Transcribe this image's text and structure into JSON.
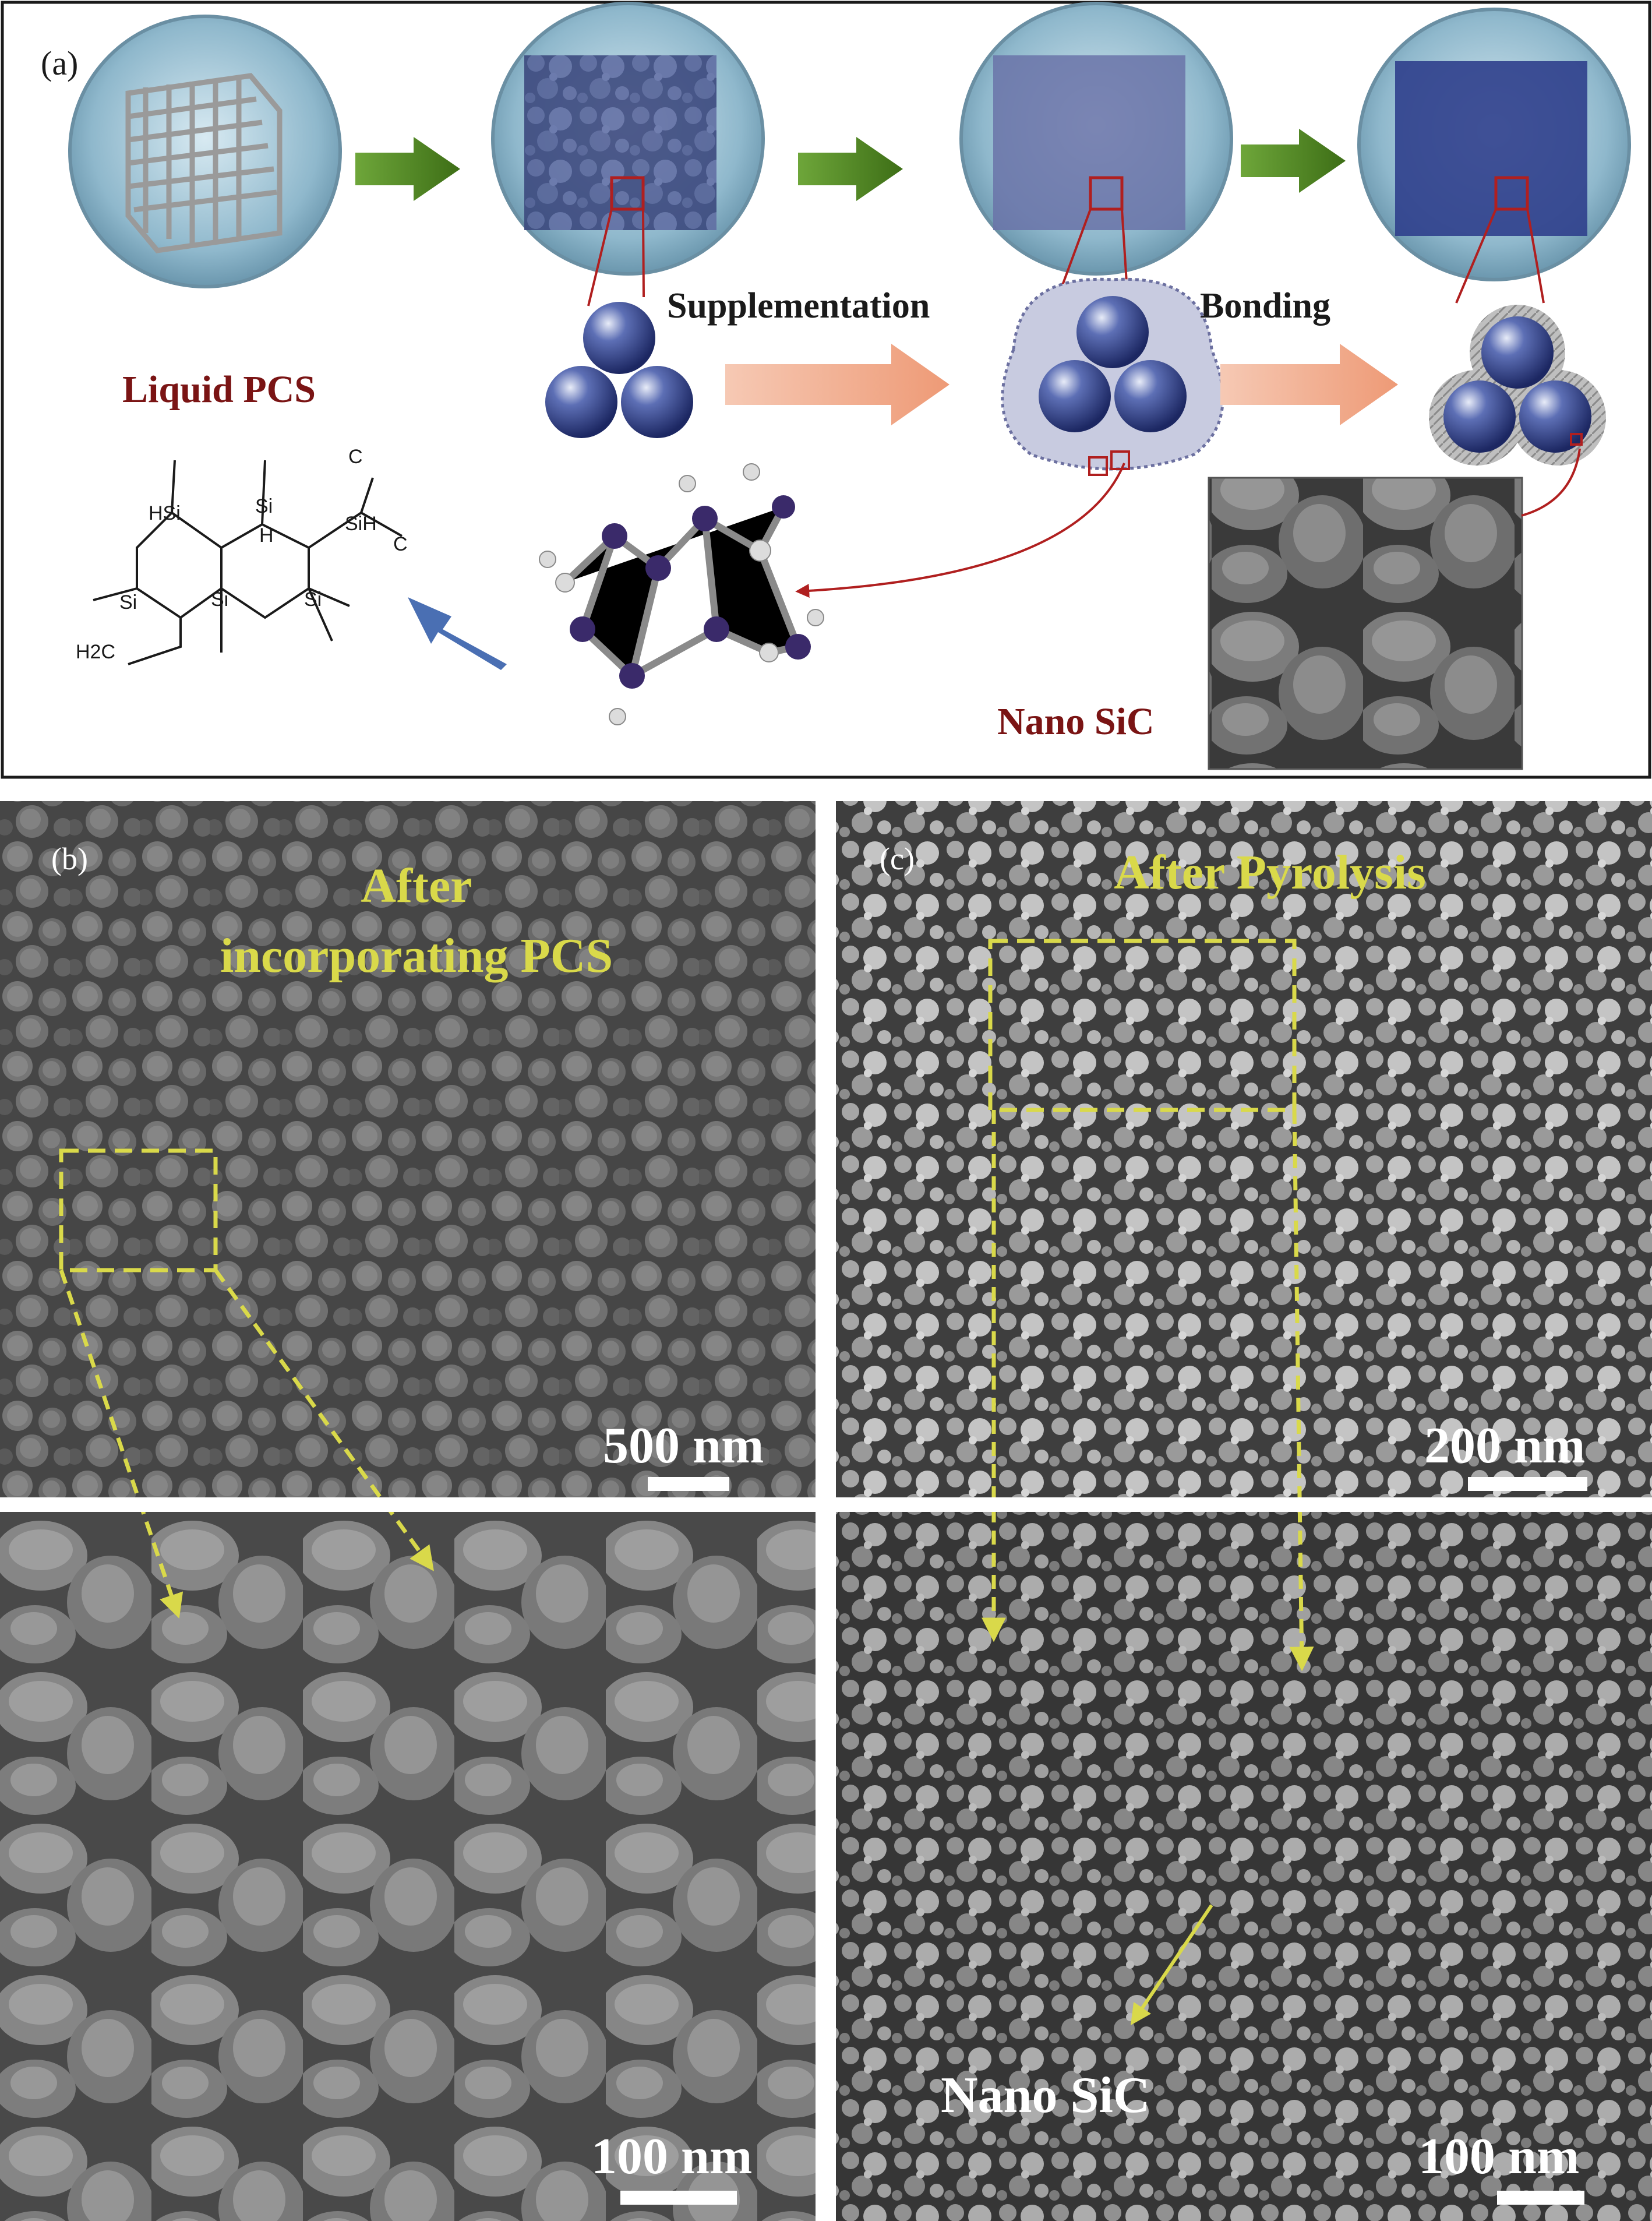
{
  "panel_a": {
    "label": "(a)",
    "step_labels": {
      "supplementation": "Supplementation",
      "bonding": "Bonding"
    },
    "liquid_pcs": "Liquid  PCS",
    "nano_sic": "Nano SiC",
    "structure_atoms": [
      "HSi",
      "Si",
      "H",
      "SiH",
      "C",
      "C",
      "Si",
      "Si",
      "Si",
      "H2C"
    ],
    "colors": {
      "arrow_green": "#4f8a1e",
      "arrow_salmon": "#f0a88a",
      "arrow_blue": "#4a6fb3",
      "sphere": "#2d3f86",
      "title": "#7a1414"
    }
  },
  "panel_b": {
    "label": "(b)",
    "title_line1": "After",
    "title_line2": "incorporating PCS",
    "scale_top": "500 nm",
    "scale_bottom": "100 nm"
  },
  "panel_c": {
    "label": "(c)",
    "title": "After Pyrolysis",
    "scale_top": "200 nm",
    "scale_bottom": "100 nm",
    "annotation": "Nano SiC"
  }
}
